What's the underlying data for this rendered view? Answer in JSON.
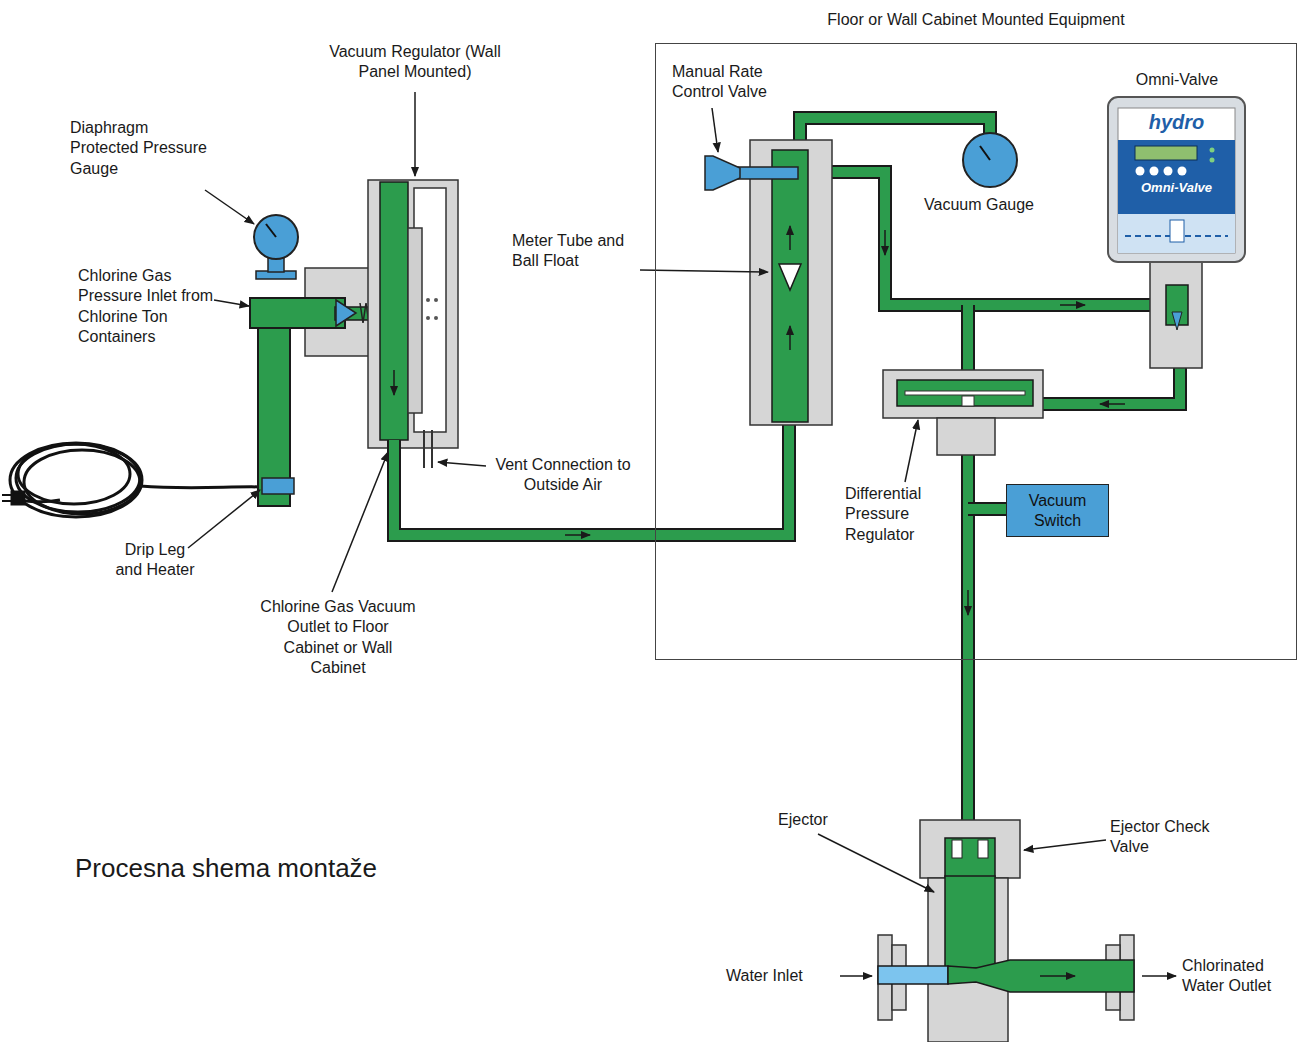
{
  "diagram": {
    "caption": "Procesna shema montaže",
    "nodes": [
      {
        "text": [
          "Floor or Wall Cabinet Mounted Equipment"
        ]
      },
      {
        "text": [
          "Vacuum Switch"
        ],
        "in": 0
      }
    ],
    "labels": [
      "Diaphragm Protected Pressure Gauge",
      "Vacuum Regulator (Wall Panel Mounted)",
      "Chlorine Gas Pressure Inlet from Chlorine Ton Containers",
      "Drip Leg and Heater",
      "Chlorine Gas Vacuum Outlet to Floor Cabinet or Wall Cabinet",
      "Vent Connection to Outside Air",
      "Manual Rate Control Valve",
      "Meter Tube and Ball Float",
      "Vacuum Gauge",
      "Differential Pressure Regulator",
      "Ejector",
      "Ejector Check Valve",
      "Water Inlet",
      "Chlorinated Water Outlet",
      "Omni-Valve",
      "hydro",
      "Omni-Valve"
    ]
  }
}
